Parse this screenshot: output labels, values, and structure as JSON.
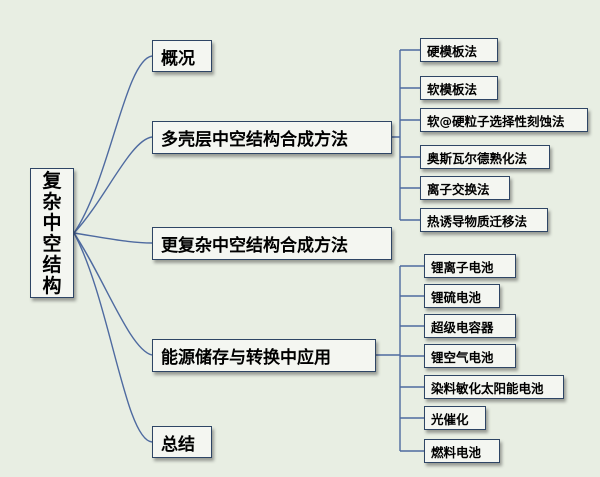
{
  "root": {
    "chars": [
      "复",
      "杂",
      "中",
      "空",
      "结",
      "构"
    ]
  },
  "branches": {
    "overview": "概况",
    "multishell": "多壳层中空结构合成方法",
    "complex": "更复杂中空结构合成方法",
    "energy": "能源储存与转换中应用",
    "summary": "总结"
  },
  "methods": [
    "硬模板法",
    "软模板法",
    "软@硬粒子选择性刻蚀法",
    "奥斯瓦尔德熟化法",
    "离子交换法",
    "热诱导物质迁移法"
  ],
  "applications": [
    "锂离子电池",
    "锂硫电池",
    "超级电容器",
    "锂空气电池",
    "染料敏化太阳能电池",
    "光催化",
    "燃料电池"
  ],
  "colors": {
    "background": "#e8eee3",
    "node_border": "#2e4565",
    "connector": "#4e6aa0"
  }
}
